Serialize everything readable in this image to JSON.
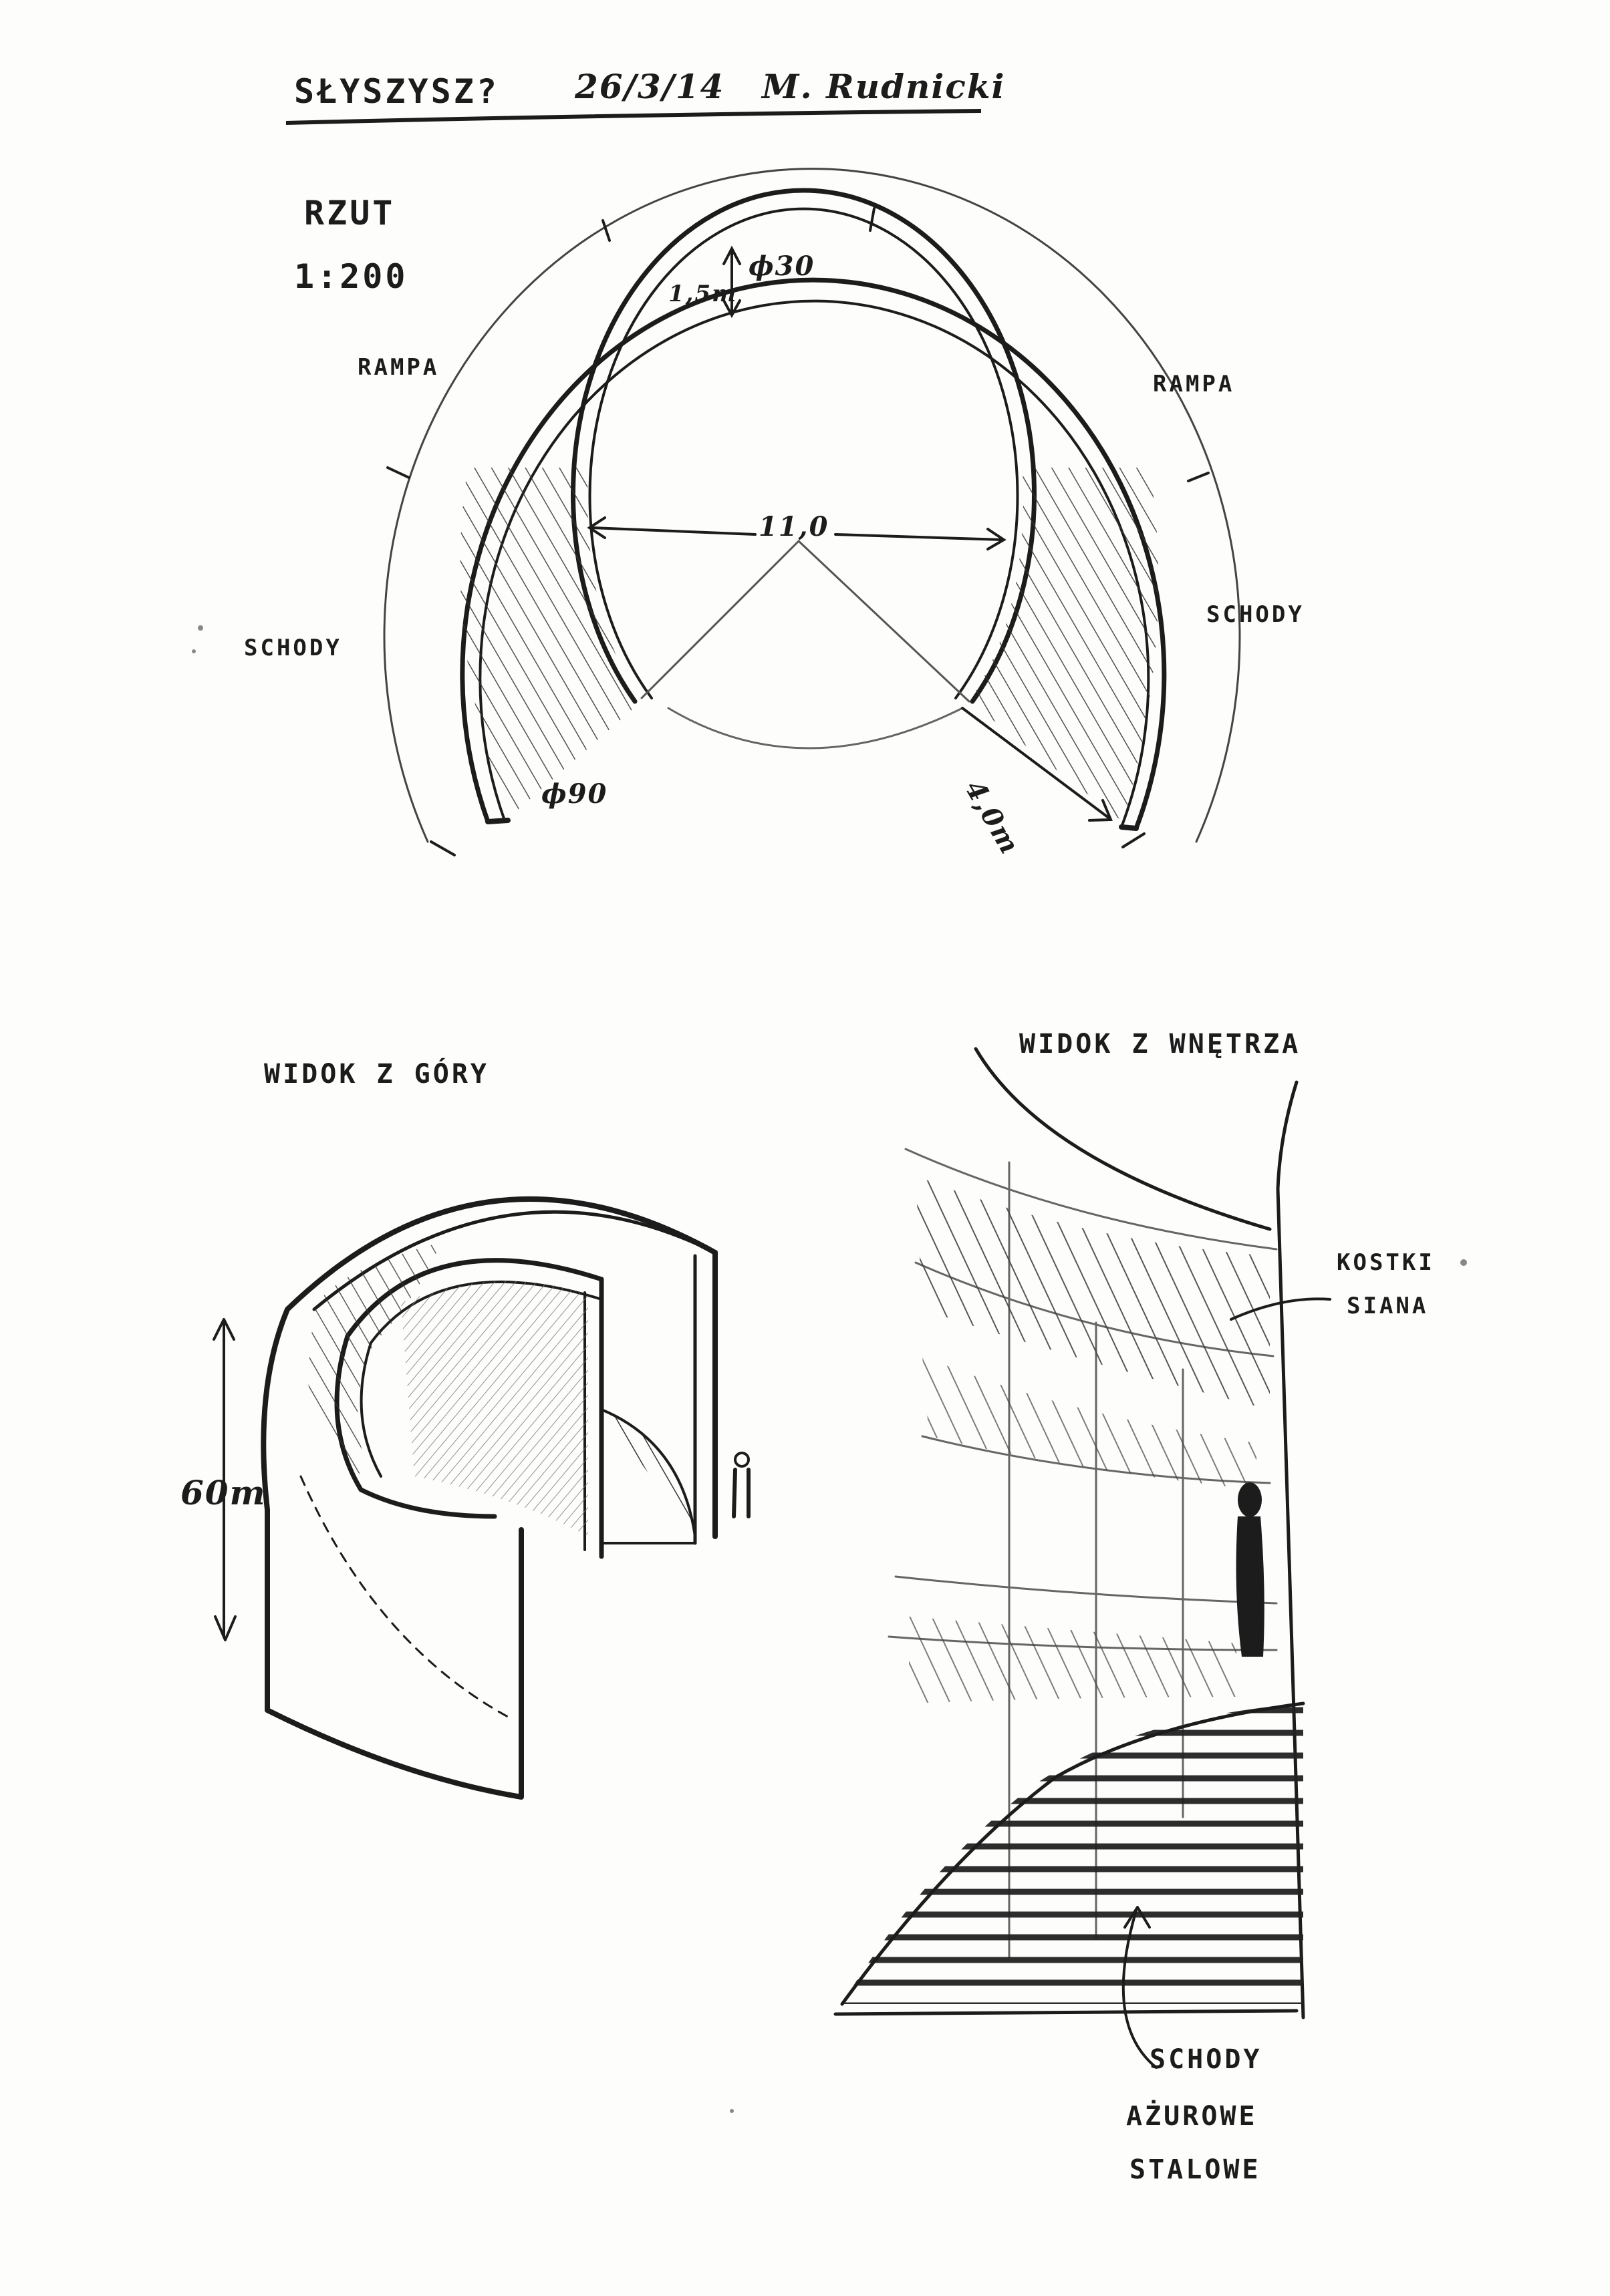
{
  "header": {
    "title": "SŁYSZYSZ?",
    "date": "26/3/14",
    "author": "M. Rudnicki"
  },
  "plan": {
    "label": "RZUT",
    "scale": "1:200",
    "ramp_left": "RAMPA",
    "ramp_right": "RAMPA",
    "stairs_left": "SCHODY",
    "stairs_right": "SCHODY",
    "dim_ramp_width": "1,5m",
    "dim_ring_top": "ϕ30",
    "dim_inner_diameter": "11,0",
    "dim_outer_diameter": "ϕ90",
    "dim_stair_width": "4,0m"
  },
  "top_view": {
    "label": "WIDOK Z GÓRY",
    "dim_height": "60m"
  },
  "interior_view": {
    "label": "WIDOK Z WNĘTRZA",
    "note_bales_1": "KOSTKI",
    "note_bales_2": "SIANA",
    "note_stairs_1": "SCHODY",
    "note_stairs_2": "AŻUROWE",
    "note_stairs_3": "STALOWE"
  },
  "colors": {
    "ink": "#1c1c1c",
    "paper": "#fdfdfb",
    "pencil": "#555555"
  }
}
